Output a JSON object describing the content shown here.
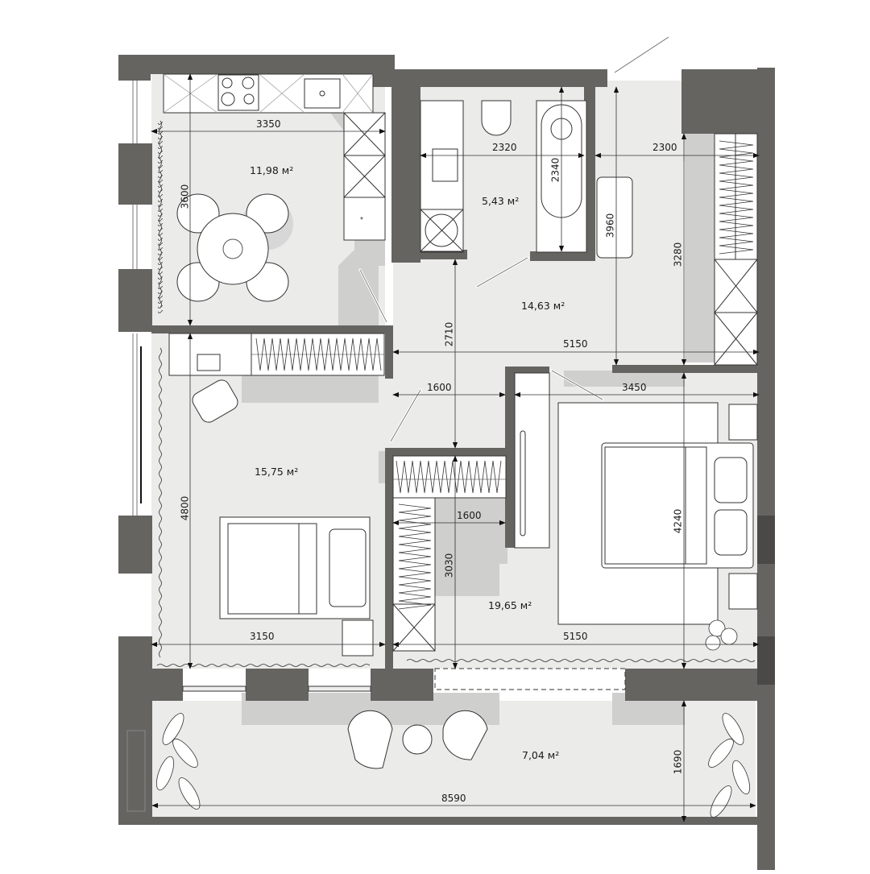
{
  "plan": {
    "colors": {
      "background": "#ffffff",
      "floor": "#ebebea",
      "wall": "#656461",
      "wall_dark": "#4a4947",
      "shadow": "#cfcfce",
      "furniture": "#ffffff",
      "line": "#2a2a2a"
    },
    "rooms": [
      {
        "id": "kitchen",
        "area": "11,98 м²"
      },
      {
        "id": "bathroom",
        "area": "5,43 м²"
      },
      {
        "id": "hallway",
        "area": "14,63 м²"
      },
      {
        "id": "living-room",
        "area": "15,75 м²"
      },
      {
        "id": "bedroom",
        "area": "19,65 м²"
      },
      {
        "id": "balcony",
        "area": "7,04 м²"
      }
    ],
    "dimensions": {
      "kitchen_width": "3350",
      "kitchen_depth": "3600",
      "bathroom_width": "2320",
      "bathtub_length": "2340",
      "hallway_top_width": "2300",
      "hallway_length": "3960",
      "closet_height": "3280",
      "hallway_width": "5150",
      "hallway_depth": "2710",
      "living_depth": "4800",
      "living_width": "3150",
      "passage_width": "1600",
      "bedroom_top_width": "3450",
      "wardrobe_width": "1600",
      "wardrobe_depth": "3030",
      "bedroom_depth": "4240",
      "bedroom_width": "5150",
      "balcony_width": "8590",
      "balcony_depth": "1690"
    }
  }
}
